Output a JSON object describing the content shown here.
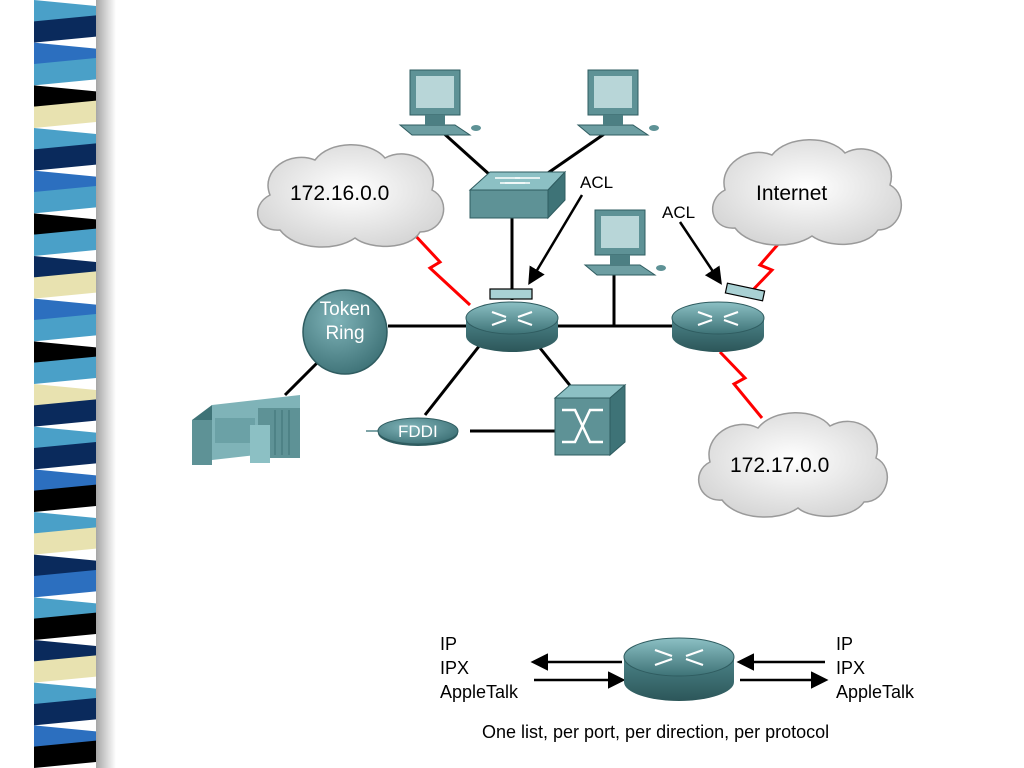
{
  "network": {
    "clouds": [
      "172.16.0.0",
      "Internet",
      "172.17.0.0"
    ],
    "acl_label": "ACL",
    "token_ring": {
      "line1": "Token",
      "line2": "Ring"
    },
    "fddi": "FDDI"
  },
  "protocols": {
    "left": [
      "IP",
      "IPX",
      "AppleTalk"
    ],
    "right": [
      "IP",
      "IPX",
      "AppleTalk"
    ]
  },
  "caption": "One list, per port, per direction, per protocol",
  "colors": {
    "device": "#5a8f94",
    "wan_link": "#ff0000",
    "cloud": "#ececec",
    "deco_stripes": [
      "#0a2a5c",
      "#4aa0c8",
      "#e8e2b0",
      "#000000",
      "#2c6fbf"
    ]
  }
}
